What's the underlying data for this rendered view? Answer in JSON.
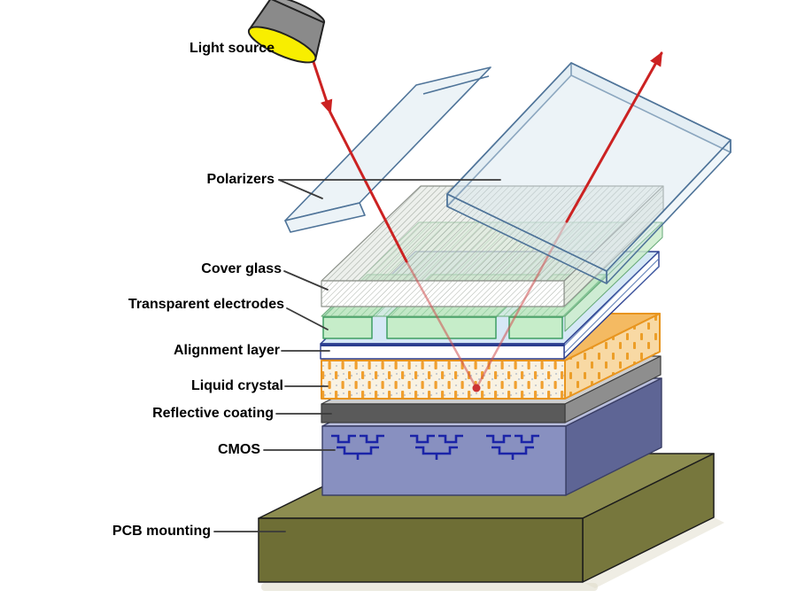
{
  "labels": {
    "light_source": "Light source",
    "polarizers": "Polarizers",
    "cover_glass": "Cover glass",
    "transparent_electrodes": "Transparent electrodes",
    "alignment_layer": "Alignment layer",
    "liquid_crystal": "Liquid crystal",
    "reflective_coating": "Reflective coating",
    "cmos": "CMOS",
    "pcb_mounting": "PCB mounting"
  },
  "colors": {
    "background": "#ffffff",
    "ray_red": "#cc2222",
    "lamp_body": "#8a8a8a",
    "lamp_cap": "#9c9c9c",
    "lamp_light": "#f8ee00",
    "polarizer_fill": "#d5e4ee",
    "polarizer_stroke": "#4f7499",
    "cover_glass_fill": "#ffffff",
    "cover_glass_top": "#dfe4dc",
    "electrode_green": "#c6edc9",
    "electrode_top": "#b7e5bf",
    "electrode_stroke": "#3f9e63",
    "alignment_fill": "#ffffff",
    "alignment_stroke": "#2a3d8f",
    "liquid_crystal_bg": "#f9f2e2",
    "liquid_crystal_accent": "#f0a030",
    "liquid_crystal_border": "#e8951f",
    "reflective_gray": "#5a5a5a",
    "reflective_top": "#cecece",
    "cmos_fill": "#8890c0",
    "cmos_top": "#b9bedd",
    "cmos_side": "#5e6595",
    "cmos_circuit": "#1b24a8",
    "pcb_olive": "#6e6e35",
    "pcb_top": "#8d8d50",
    "pcb_side": "#77773d",
    "label_text": "#000000",
    "leader_line": "#3a3a3a"
  }
}
